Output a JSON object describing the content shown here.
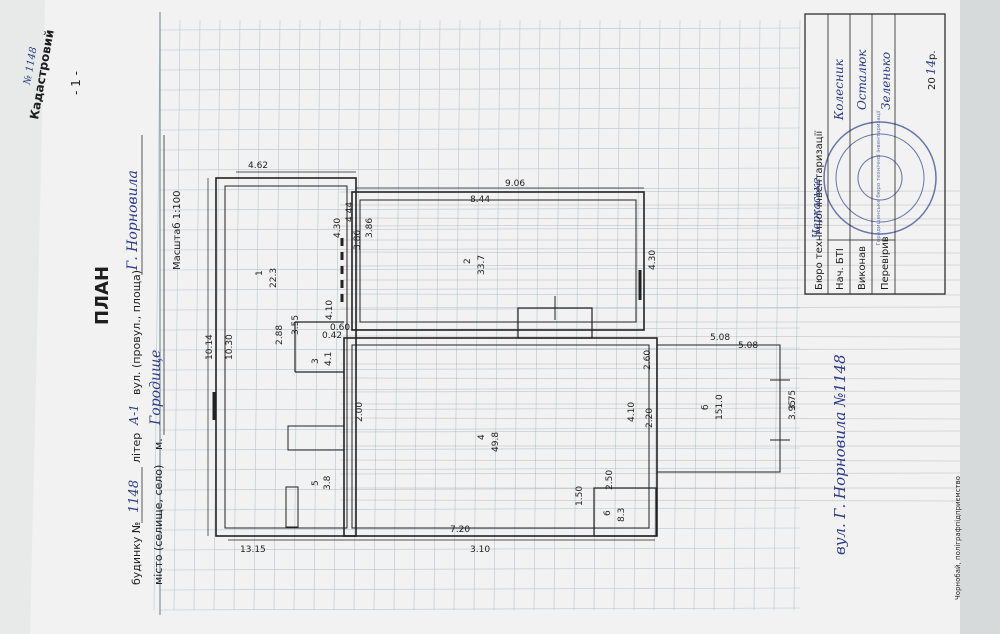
{
  "header": {
    "page_marker": "- 1 -",
    "corner_stamp": "Кадастровий",
    "corner_note": "№ 1148"
  },
  "title_block": {
    "title": "ПЛАН",
    "line1_prefix": "будинку №",
    "house_number": "1148",
    "letter_label": "літер",
    "letter_value": "А-1",
    "street_label": "вул. (провул., площа)",
    "street_value": "Г. Норновила",
    "line2_prefix": "місто (селище, село)",
    "city_label": "м.",
    "city_value": "Городище",
    "scale": "Масштаб 1:100"
  },
  "stamp_table": {
    "bureau": "Бюро технічної інвентаризації",
    "bureau_hand": "Черкаське",
    "rows": [
      {
        "label": "Нач. БТІ",
        "sign": "Колесник"
      },
      {
        "label": "Виконав",
        "sign": "Осталюк"
      },
      {
        "label": "Перевірив",
        "sign": "Зеленько"
      }
    ],
    "year_prefix": "20",
    "year_value": "14",
    "year_suffix": "р.",
    "seal_text": "Городищенське бюро технічної інвентаризації"
  },
  "plan": {
    "address_note": "вул. Г. Норновила №1148",
    "rooms": [
      {
        "code": "1",
        "area": "22.3"
      },
      {
        "code": "2",
        "area": "33.7"
      },
      {
        "code": "3",
        "area": "4.1"
      },
      {
        "code": "4",
        "area": "49.8"
      },
      {
        "code": "5",
        "area": "3.8"
      },
      {
        "code": "6",
        "area": "8.3"
      },
      {
        "code": "б",
        "area": "151.0"
      }
    ],
    "dimensions": [
      "9.06",
      "8.44",
      "4.30",
      "3.86",
      "3.86",
      "4.30",
      "4.62",
      "5.08",
      "10.14",
      "10.30",
      "2.88",
      "3.55",
      "4.10",
      "0.42",
      "0.60",
      "2.00",
      "4.10",
      "2.60",
      "2.20",
      "1.50",
      "2.50",
      "7.20",
      "3.10",
      "13.15",
      "3.75",
      "3.95",
      "5.08",
      "4.44"
    ]
  },
  "footer": {
    "printer": "Чорнобай, поліграфпідприємство"
  }
}
